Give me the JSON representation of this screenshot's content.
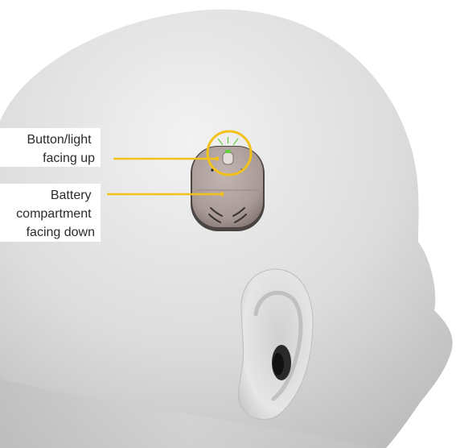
{
  "labels": {
    "button_light": [
      "Button/light",
      "facing up"
    ],
    "battery": [
      "Battery",
      "compartment",
      "facing down"
    ]
  },
  "colors": {
    "callout_line": "#f2c21b",
    "highlight_ring": "#f2c21b",
    "indicator_light": "#5fcf3a",
    "device_body": "#a99a96",
    "skin": "#d9d9d9"
  }
}
